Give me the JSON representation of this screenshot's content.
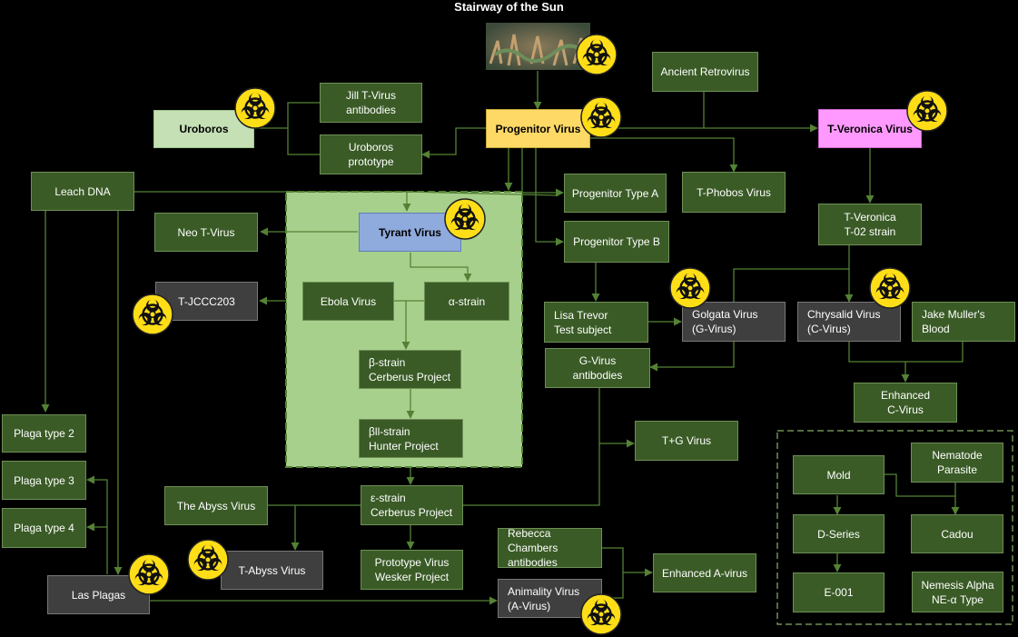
{
  "title": "Stairway of the Sun",
  "colors": {
    "node_fill": "#3a5b26",
    "node_border": "#6f8f55",
    "dark_fill": "#3f3f3f",
    "highlight_area": "#a8d08d",
    "uroboros": "#c5e0b4",
    "progenitor": "#ffd966",
    "t_veronica": "#ff99ff",
    "tyrant": "#8faadc",
    "connector": "#548235",
    "biohazard": "#ffde17"
  },
  "nodes": {
    "jill": "Jill T-Virus\nantibodies",
    "uroboros": "Uroboros",
    "uroboros_proto": "Uroboros\nprototype",
    "ancient": "Ancient Retrovirus",
    "progenitor": "Progenitor Virus",
    "t_veronica": "T-Veronica Virus",
    "leach": "Leach DNA",
    "prog_a": "Progenitor Type A",
    "t_phobos": "T-Phobos Virus",
    "neo_t": "Neo T-Virus",
    "tyrant": "Tyrant Virus",
    "prog_b": "Progenitor Type B",
    "tv_t02": "T-Veronica\nT-02 strain",
    "t_jccc": "T-JCCC203",
    "ebola": "Ebola Virus",
    "alpha": "α-strain",
    "lisa": "Lisa Trevor\nTest subject",
    "golgata": "Golgata Virus\n(G-Virus)",
    "chrysalid": "Chrysalid Virus\n(C-Virus)",
    "jake": "Jake Muller's\nBlood",
    "beta": "β-strain\nCerberus Project",
    "g_antibodies": "G-Virus\nantibodies",
    "enhanced_c": "Enhanced\nC-Virus",
    "plaga2": "Plaga type 2",
    "beta2": "βll-strain\nHunter Project",
    "tg": "T+G Virus",
    "mold": "Mold",
    "nematode": "Nematode\nParasite",
    "plaga3": "Plaga type 3",
    "abyss": "The Abyss Virus",
    "epsilon": "ε-strain\nCerberus Project",
    "rebecca": "Rebecca Chambers\nantibodies",
    "d_series": "D-Series",
    "cadou": "Cadou",
    "plaga4": "Plaga type 4",
    "t_abyss": "T-Abyss Virus",
    "prototype": "Prototype Virus\nWesker Project",
    "enhanced_a": "Enhanced A-virus",
    "e001": "E-001",
    "nemesis": "Nemesis Alpha\nNE-α Type",
    "las_plagas": "Las Plagas",
    "animality": "Animality Virus\n(A-Virus)"
  }
}
